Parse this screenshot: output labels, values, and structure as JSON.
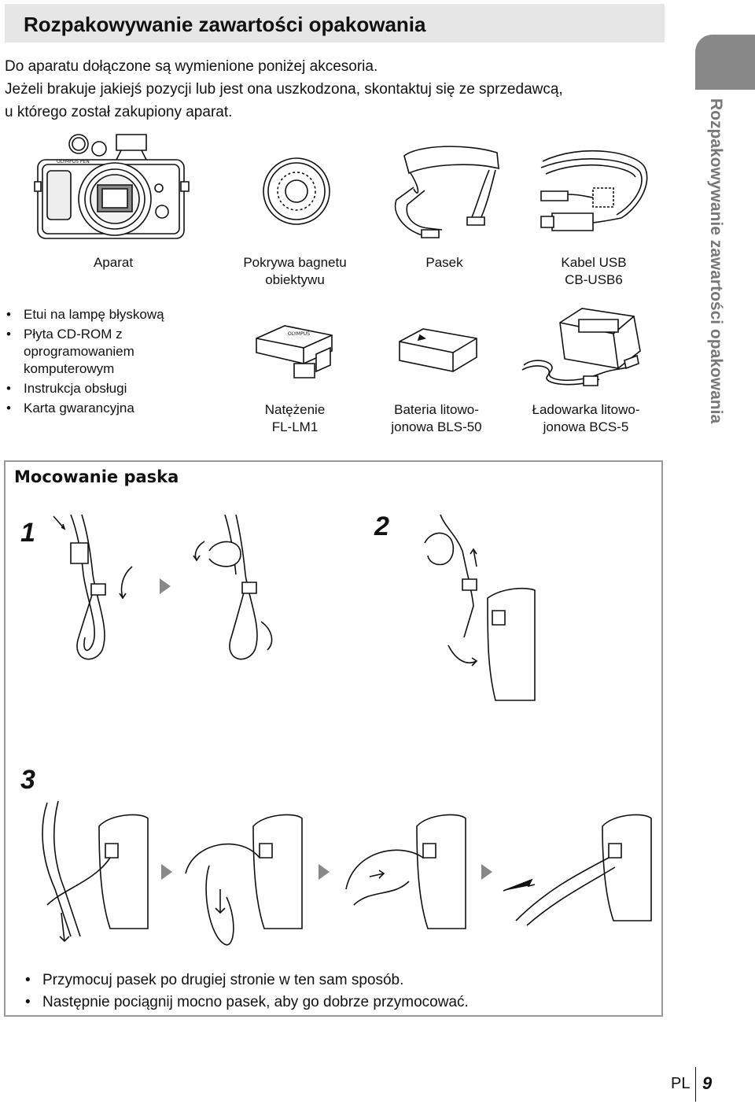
{
  "header": {
    "title": "Rozpakowywanie zawartości opakowania"
  },
  "intro": {
    "line1": "Do aparatu dołączone są wymienione poniżej akcesoria.",
    "line2": "Jeżeli brakuje jakiejś pozycji lub jest ona uszkodzona, skontaktuj się ze sprzedawcą,",
    "line3": "u którego został zakupiony aparat."
  },
  "side_label": "Rozpakowywanie zawartości opakowania",
  "items": {
    "camera": "Aparat",
    "body_cap_1": "Pokrywa bagnetu",
    "body_cap_2": "obiektywu",
    "strap": "Pasek",
    "usb_1": "Kabel USB",
    "usb_2": "CB-USB6",
    "flash_1": "Natężenie",
    "flash_2": "FL-LM1",
    "battery_1": "Bateria litowo-",
    "battery_2": "jonowa BLS-50",
    "charger_1": "Ładowarka litowo-",
    "charger_2": "jonowa BCS-5"
  },
  "camera_brand": "OLYMPUS PEN",
  "flash_brand": "OLYMPUS",
  "bullets": [
    "Etui na lampę błyskową",
    "Płyta CD-ROM z",
    "oprogramowaniem",
    "komputerowym",
    "Instrukcja obsługi",
    "Karta gwarancyjna"
  ],
  "strap_section": {
    "title": "Mocowanie paska",
    "step1": "1",
    "step2": "2",
    "step3": "3",
    "notes": [
      "Przymocuj pasek po drugiej stronie w ten sam sposób.",
      "Następnie pociągnij mocno pasek, aby go dobrze przymocować."
    ]
  },
  "footer": {
    "lang": "PL",
    "page": "9"
  }
}
